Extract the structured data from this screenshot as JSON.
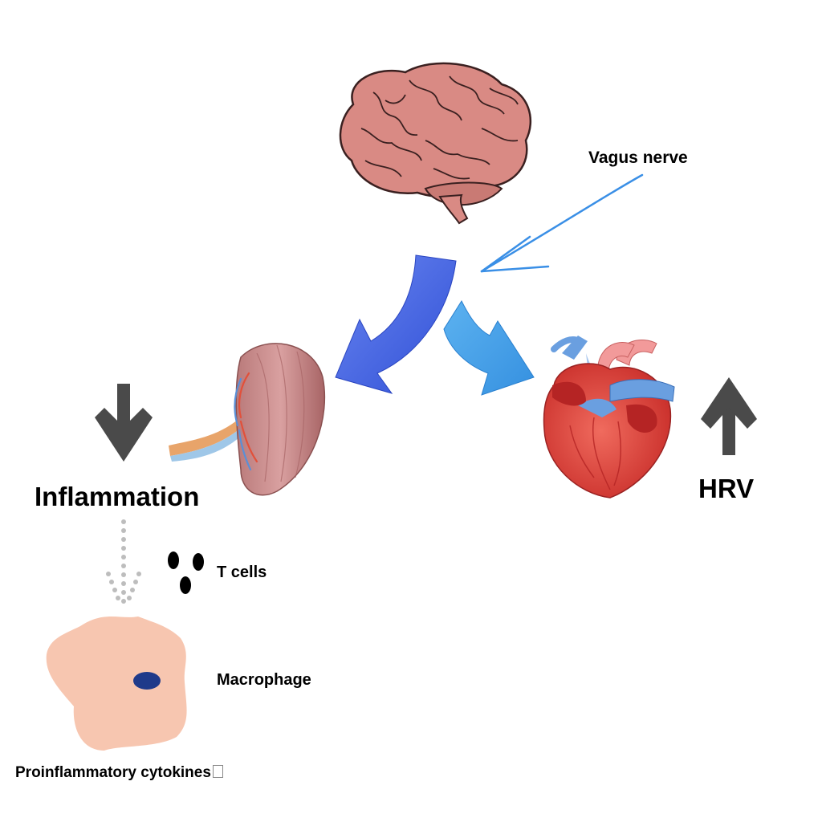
{
  "labels": {
    "vagus_nerve": "Vagus nerve",
    "inflammation": "Inflammation",
    "hrv": "HRV",
    "t_cells": "T cells",
    "macrophage": "Macrophage",
    "proinflammatory_cytokines": "Proinflammatory cytokines"
  },
  "icons": {
    "brain": "brain-icon",
    "spleen": "spleen-icon",
    "heart": "heart-icon",
    "macrophage": "macrophage-cell-icon",
    "t_cells": "t-cell-dots-icon"
  },
  "colors": {
    "arrow_left": "#3f5fe0",
    "arrow_right": "#4aa3ea",
    "vagus_line": "#3a8fe6",
    "indicator_arrow": "#4a4a4a",
    "brain": "#d98a84",
    "heart": "#e2453e",
    "macrophage": "#f7c6b0",
    "nucleus": "#1f3a8a"
  }
}
